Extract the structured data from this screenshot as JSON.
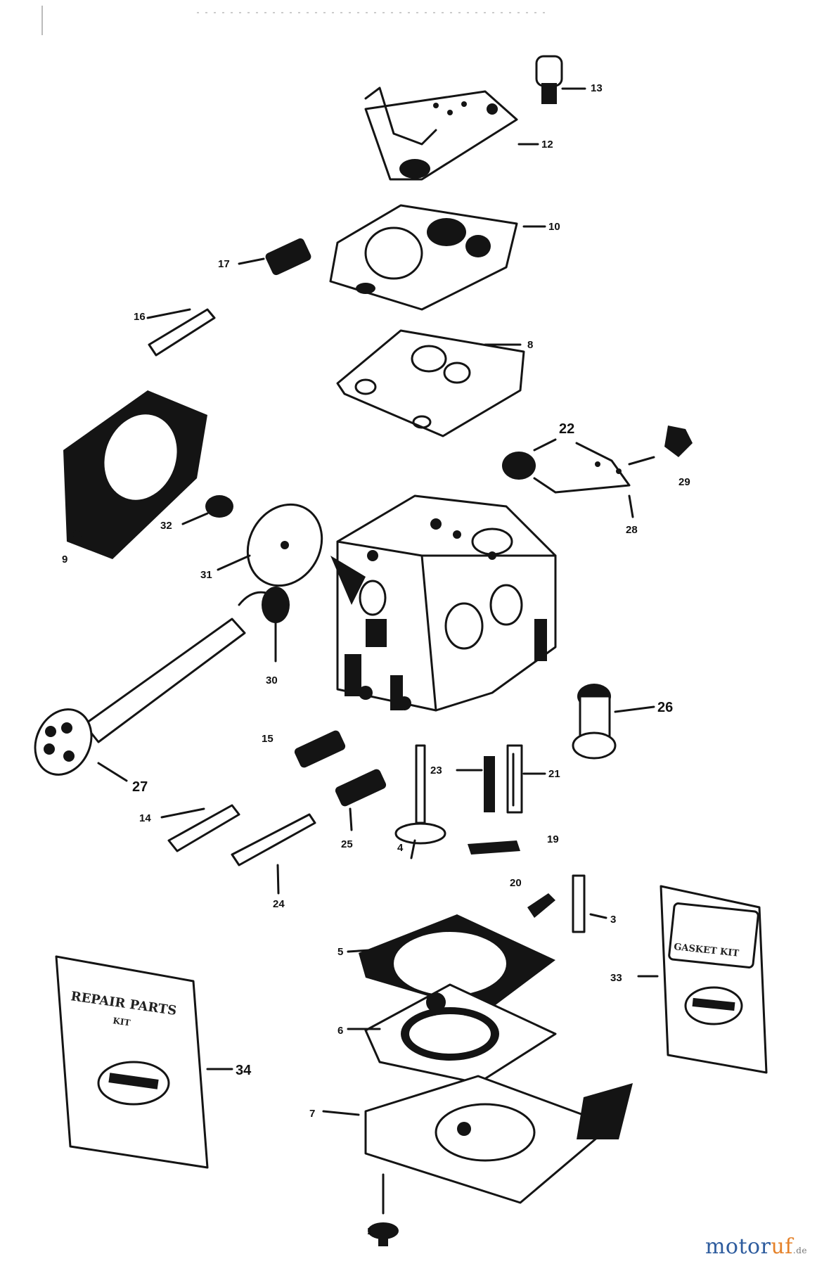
{
  "watermark": {
    "part1": "motor",
    "part2": "uf",
    "suffix": ".de"
  },
  "cards": {
    "left": {
      "line1": "REPAIR PARTS",
      "line2": "KIT"
    },
    "right": {
      "line1": "GASKET KIT"
    }
  },
  "labels": {
    "l13": "13",
    "l12": "12",
    "l10": "10",
    "l17": "17",
    "l16": "16",
    "l8": "8",
    "l22": "22",
    "l29": "29",
    "l28": "28",
    "l9": "9",
    "l32": "32",
    "l31": "31",
    "l30": "30",
    "l26": "26",
    "l27": "27",
    "l15": "15",
    "l23": "23",
    "l21": "21",
    "l14": "14",
    "l25": "25",
    "l4": "4",
    "l19": "19",
    "l24": "24",
    "l20": "20",
    "l3": "3",
    "l33": "33",
    "l5": "5",
    "l6": "6",
    "l34": "34",
    "l7": "7",
    "l1": "1"
  }
}
